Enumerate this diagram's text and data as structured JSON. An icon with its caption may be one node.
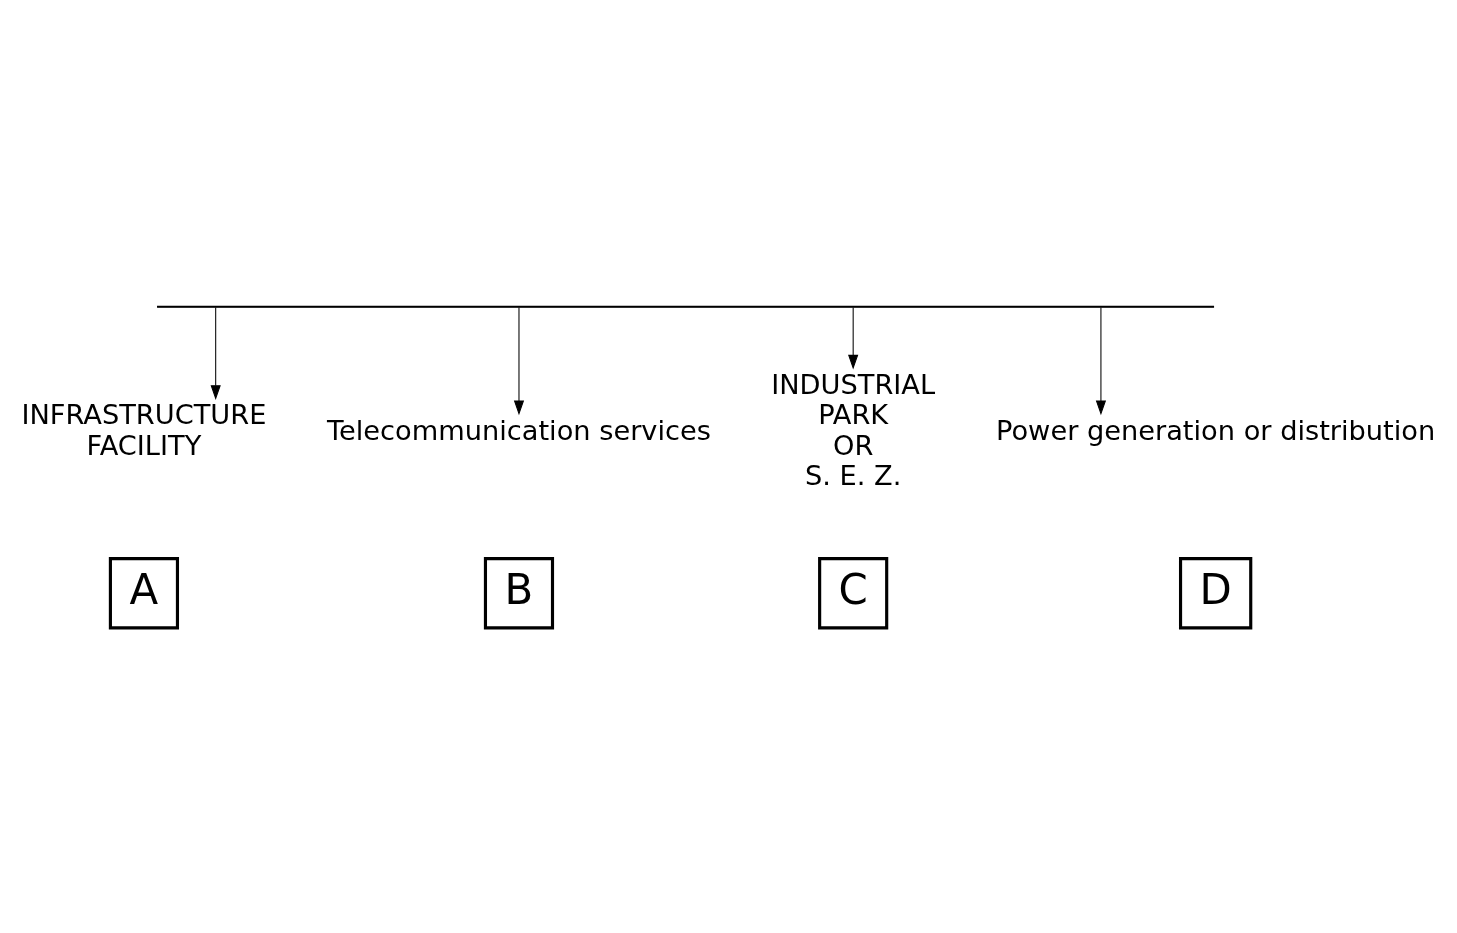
{
  "diagram": {
    "nodes": [
      {
        "text": [],
        "shape": "bar"
      },
      {
        "text": [
          "INFRASTRUCTURE",
          "FACILITY"
        ]
      },
      {
        "text": [
          "A"
        ]
      },
      {
        "text": [
          "Telecommunication services"
        ]
      },
      {
        "text": [
          "B"
        ]
      },
      {
        "text": [
          "INDUSTRIAL",
          "PARK",
          "OR",
          "S. E. Z."
        ]
      },
      {
        "text": [
          "C"
        ]
      },
      {
        "text": [
          "Power generation or distribution"
        ]
      },
      {
        "text": [
          "D"
        ]
      }
    ],
    "edges": [
      {
        "from": 0,
        "to": 1,
        "arrow": "to"
      },
      {
        "from": 0,
        "to": 3,
        "arrow": "to"
      },
      {
        "from": 0,
        "to": 5,
        "arrow": "to"
      },
      {
        "from": 0,
        "to": 7,
        "arrow": "to"
      }
    ]
  }
}
